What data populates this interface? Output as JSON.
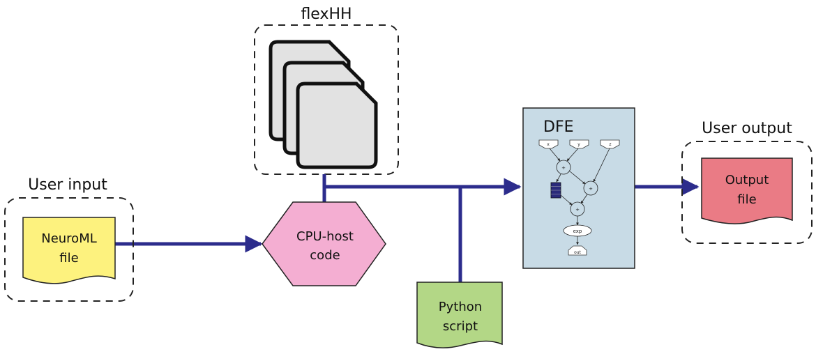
{
  "labels": {
    "flexhh_title": "flexHH",
    "user_input_title": "User input",
    "neuroml_line1": "NeuroML",
    "neuroml_line2": "file",
    "cpu_line1": "CPU-host",
    "cpu_line2": "code",
    "python_line1": "Python",
    "python_line2": "script",
    "dfe_title": "DFE",
    "user_output_title": "User output",
    "output_line1": "Output",
    "output_line2": "file"
  },
  "dfe_graph": {
    "input_x": "x",
    "input_y": "y",
    "input_z": "z",
    "node_add1": "+",
    "node_add2": "+",
    "node_add3": "+",
    "node_exp": "exp",
    "node_out": "out"
  },
  "colors": {
    "arrow": "#2c2c8c",
    "neuroml_fill": "#fdf27e",
    "cpu_fill": "#f4aed2",
    "python_fill": "#b3d786",
    "dfe_fill": "#c8dbe6",
    "output_fill": "#ea7b85",
    "card_fill": "#e2e2e2",
    "buffer_fill": "#2a2a7a"
  }
}
